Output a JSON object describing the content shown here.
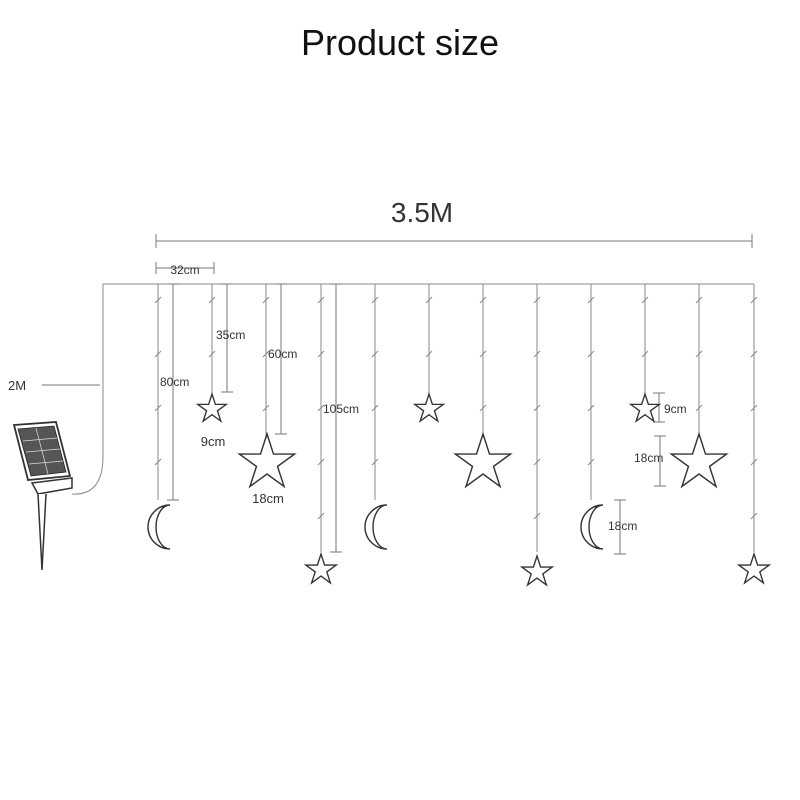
{
  "title": "Product size",
  "labels": {
    "total_width": "3.5M",
    "strand_spacing": "32cm",
    "cable": "2M",
    "strand_35": "35cm",
    "strand_60": "60cm",
    "strand_80": "80cm",
    "strand_105": "105cm",
    "small_star_under": "9cm",
    "big_star_under": "18cm",
    "small_star_right": "9cm",
    "big_star_right": "18cm",
    "moon_right": "18cm"
  },
  "icons": [
    "solar-panel-icon",
    "star-icon",
    "moon-icon"
  ]
}
